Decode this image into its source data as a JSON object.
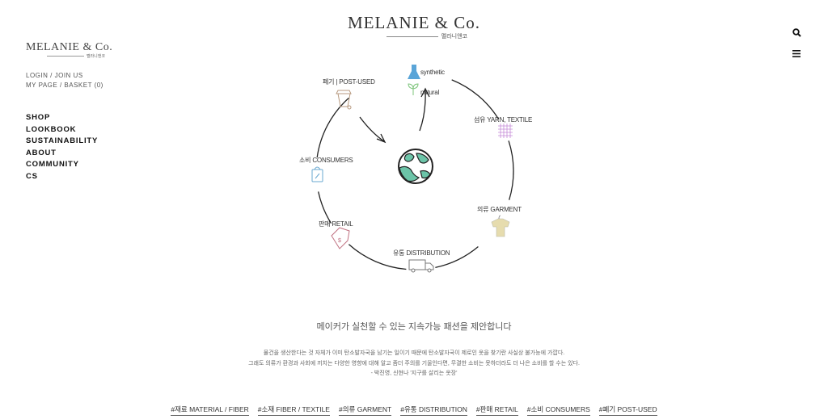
{
  "brand": {
    "name": "MELANIE & Co.",
    "sub": "멜라니앤코"
  },
  "util": {
    "login": "LOGIN",
    "join": "JOIN US",
    "mypage": "MY PAGE",
    "basket": "BASKET (0)",
    "sep": "/"
  },
  "nav": [
    "SHOP",
    "LOOKBOOK",
    "SUSTAINABILITY",
    "ABOUT",
    "COMMUNITY",
    "CS"
  ],
  "icons": {
    "search": "search-icon",
    "menu": "menu-icon"
  },
  "cycle": {
    "synthetic": "synthetic",
    "natural": "natural",
    "yarn": "섬유 YARN, TEXTILE",
    "garment": "의류 GARMENT",
    "distribution": "유통 DISTRIBUTION",
    "retail": "판매 RETAIL",
    "consumers": "소비 CONSUMERS",
    "post": "폐기 | POST-USED"
  },
  "headline": "메이커가 실천할 수 있는 지속가능 패션을 제안합니다",
  "paragraph": [
    "물건을 생산한다는 것 자체가 이미 탄소발자국을 남기는 일이기 때문에 탄소발자국이 제로인 옷을 찾기란 사실상 불가능에 가깝다.",
    "그래도 의류가 환경과 사회에 끼치는 다양한 영향에 대해 알고 좀더 주의를 기울인다면, 무결한 소비는 못하더라도 더 나은 소비를 할 수는 있다.",
    "- 박진영, 신현나 '지구를 살리는 옷장'"
  ],
  "tags": [
    "#재료 MATERIAL / FIBER",
    "#소재 FIBER / TEXTILE",
    "#의류 GARMENT",
    "#유통 DISTRIBUTION",
    "#판매 RETAIL",
    "#소비 CONSUMERS",
    "#폐기 POST-USED"
  ],
  "colors": {
    "globe": "#6cc4a8",
    "flask": "#5aa5d8",
    "leaf": "#7cc47a",
    "yarn": "#c58ad8",
    "shirt": "#e6dcae",
    "tag": "#c07080",
    "bag": "#6aa8d0",
    "bin": "#b89a80"
  }
}
